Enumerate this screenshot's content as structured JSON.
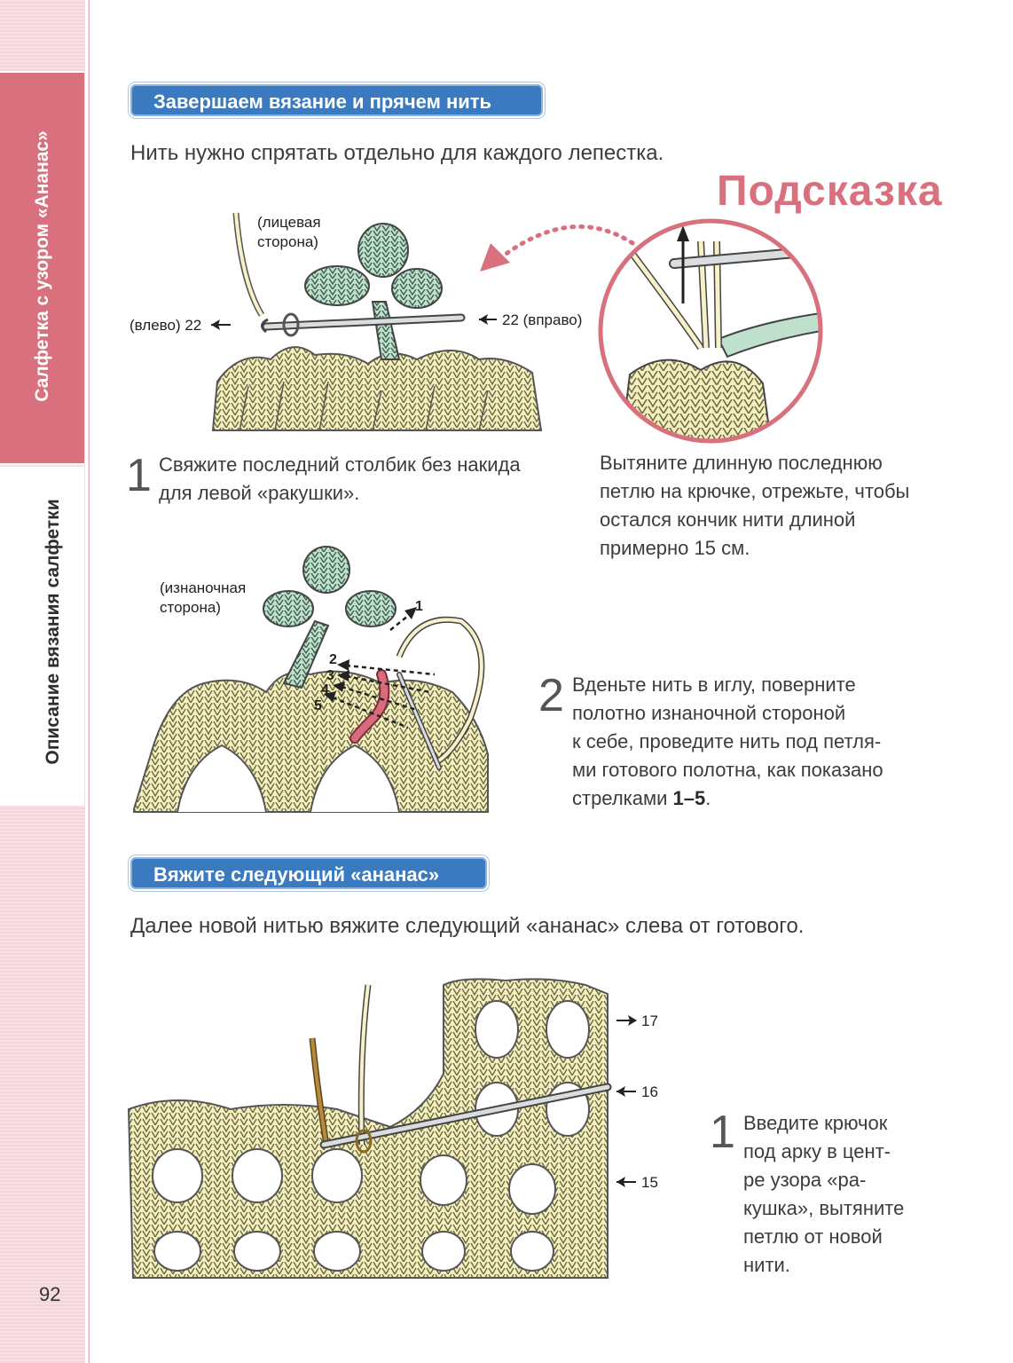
{
  "sidebar": {
    "section_top": "Салфетка с узором «Ананас»",
    "section_bottom": "Описание вязания салфетки",
    "page_number": "92"
  },
  "section1": {
    "heading": "Завершаем вязание и прячем нить",
    "intro": "Нить нужно спрятать отдельно для каждого лепестка.",
    "hint_title": "Подсказка",
    "fig1": {
      "side_label": "(лицевая\nсторона)",
      "left_label": "(влево) 22",
      "right_label": "22 (вправо)"
    },
    "step1_number": "1",
    "step1_text": "Свяжите последний столбик без накида\nдля левой «ракушки».",
    "hint_text": "Вытяните длинную последнюю\nпетлю на крючке, отрежьте, чтобы\nостался кончик нити длиной\nпримерно 15 см.",
    "fig2": {
      "side_label": "(изнаночная\nсторона)",
      "arrows": [
        "1",
        "2",
        "3",
        "4",
        "5"
      ]
    },
    "step2_number": "2",
    "step2_text": "Вденьте нить в иглу, поверните\nполотно изнаночной стороной\nк себе, проведите нить под петля-\nми готового полотна, как показано\nстрелками ",
    "step2_bold": "1–5",
    "step2_end": "."
  },
  "section2": {
    "heading": "Вяжите следующий «ананас»",
    "intro": "Далее новой нитью вяжите следующий «ананас» слева от готового.",
    "fig3": {
      "row_labels": [
        "17",
        "16",
        "15"
      ]
    },
    "step1_number": "1",
    "step1_text": "Введите крючок\nпод арку в цент-\nре узора «ра-\nкушка», вытяните\nпетлю от новой\nнити."
  },
  "colors": {
    "accent_pink": "#d9707d",
    "heading_blue": "#3a7ac0",
    "yarn_yellow": "#f5efc0",
    "yarn_green": "#b8dcc8",
    "thread_pink": "#d96b7c"
  }
}
